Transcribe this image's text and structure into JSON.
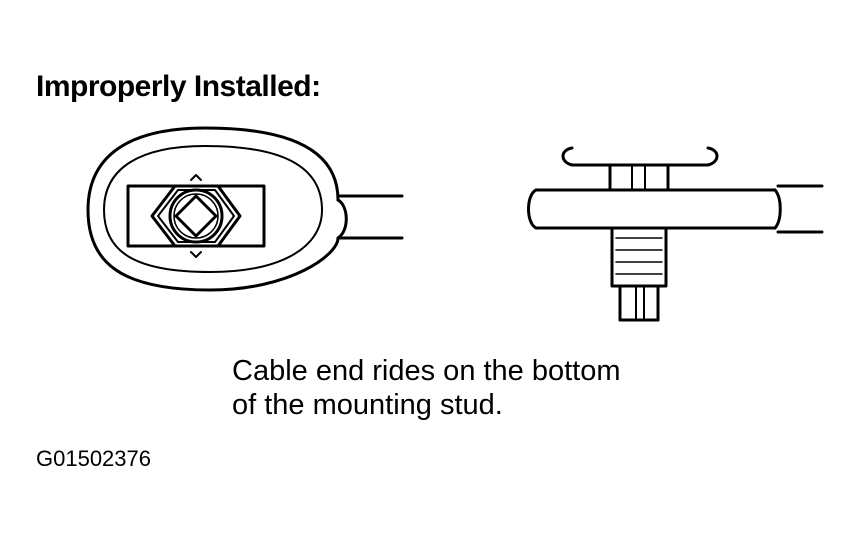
{
  "title": "Improperly Installed:",
  "caption": {
    "line1": "Cable end rides on the bottom",
    "line2": "of the mounting stud."
  },
  "figure_code": "G01502376",
  "colors": {
    "ink": "#000000",
    "background": "#ffffff"
  }
}
